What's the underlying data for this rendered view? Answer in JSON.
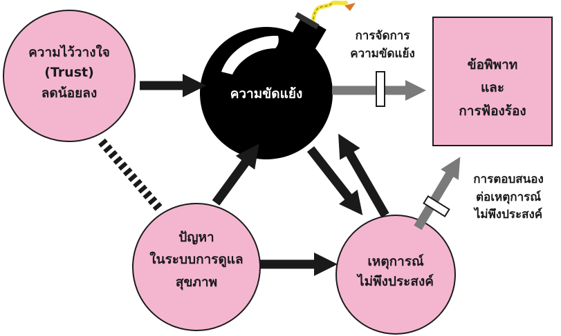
{
  "colors": {
    "node_fill": "#f4b6cf",
    "node_stroke": "#1a1a1a",
    "bomb": "#000000",
    "arrow_dark": "#1a1a1a",
    "arrow_gray": "#7a7a7a",
    "fuse": "#f2e33a"
  },
  "nodes": {
    "trust": {
      "line1": "ความไว้วางใจ",
      "line2": "(Trust)",
      "line3": "ลดน้อยลง"
    },
    "conflict": {
      "label": "ความขัดแย้ง"
    },
    "dispute": {
      "line1": "ข้อพิพาท",
      "line2": "และ",
      "line3": "การฟ้องร้อง"
    },
    "problem": {
      "line1": "ปัญหา",
      "line2": "ในระบบการดูแล",
      "line3": "สุขภาพ"
    },
    "adverse": {
      "line1": "เหตุการณ์",
      "line2": "ไม่พึงประสงค์"
    }
  },
  "annotations": {
    "conflict_management": {
      "line1": "การจัดการ",
      "line2": "ความขัดแย้ง"
    },
    "response": {
      "line1": "การตอบสนอง",
      "line2": "ต่อเหตุการณ์",
      "line3": "ไม่พึงประสงค์"
    }
  }
}
